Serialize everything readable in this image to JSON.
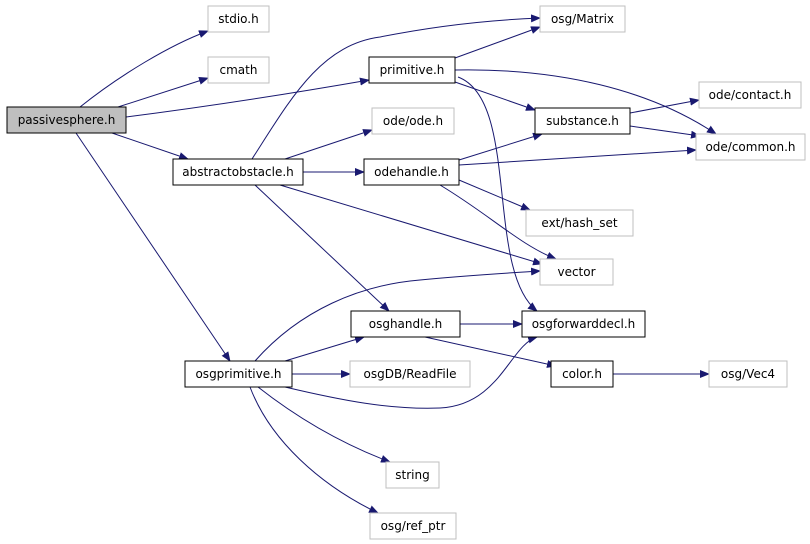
{
  "colors": {
    "edge": "#191970",
    "node_border_dark": "#000000",
    "node_border_light": "#bfbfbf",
    "root_fill": "#bfbfbf",
    "node_fill": "#ffffff"
  },
  "nodes": [
    {
      "id": "passivesphere",
      "label": "passivesphere.h",
      "style": "root"
    },
    {
      "id": "stdio",
      "label": "stdio.h",
      "style": "external"
    },
    {
      "id": "cmath",
      "label": "cmath",
      "style": "external"
    },
    {
      "id": "primitive",
      "label": "primitive.h",
      "style": "local"
    },
    {
      "id": "abstractobstacle",
      "label": "abstractobstacle.h",
      "style": "local"
    },
    {
      "id": "osgprimitive",
      "label": "osgprimitive.h",
      "style": "local"
    },
    {
      "id": "osgmatrix",
      "label": "osg/Matrix",
      "style": "external"
    },
    {
      "id": "substance",
      "label": "substance.h",
      "style": "local"
    },
    {
      "id": "odecontact",
      "label": "ode/contact.h",
      "style": "external"
    },
    {
      "id": "odecommon",
      "label": "ode/common.h",
      "style": "external"
    },
    {
      "id": "odeode",
      "label": "ode/ode.h",
      "style": "external"
    },
    {
      "id": "odehandle",
      "label": "odehandle.h",
      "style": "local"
    },
    {
      "id": "hashset",
      "label": "ext/hash_set",
      "style": "external"
    },
    {
      "id": "vector",
      "label": "vector",
      "style": "external"
    },
    {
      "id": "osghandle",
      "label": "osghandle.h",
      "style": "local"
    },
    {
      "id": "osgforward",
      "label": "osgforwarddecl.h",
      "style": "local"
    },
    {
      "id": "color",
      "label": "color.h",
      "style": "local"
    },
    {
      "id": "osgvec4",
      "label": "osg/Vec4",
      "style": "external"
    },
    {
      "id": "readfile",
      "label": "osgDB/ReadFile",
      "style": "external"
    },
    {
      "id": "string",
      "label": "string",
      "style": "external"
    },
    {
      "id": "refptr",
      "label": "osg/ref_ptr",
      "style": "external"
    }
  ],
  "edges": [
    {
      "from": "passivesphere",
      "to": "stdio"
    },
    {
      "from": "passivesphere",
      "to": "cmath"
    },
    {
      "from": "passivesphere",
      "to": "primitive"
    },
    {
      "from": "passivesphere",
      "to": "abstractobstacle"
    },
    {
      "from": "passivesphere",
      "to": "osgprimitive"
    },
    {
      "from": "primitive",
      "to": "osgmatrix"
    },
    {
      "from": "primitive",
      "to": "substance"
    },
    {
      "from": "primitive",
      "to": "odecommon"
    },
    {
      "from": "primitive",
      "to": "osgforward"
    },
    {
      "from": "substance",
      "to": "odecontact"
    },
    {
      "from": "substance",
      "to": "odecommon"
    },
    {
      "from": "abstractobstacle",
      "to": "osgmatrix"
    },
    {
      "from": "abstractobstacle",
      "to": "odeode"
    },
    {
      "from": "abstractobstacle",
      "to": "odehandle"
    },
    {
      "from": "abstractobstacle",
      "to": "vector"
    },
    {
      "from": "abstractobstacle",
      "to": "osghandle"
    },
    {
      "from": "odehandle",
      "to": "substance"
    },
    {
      "from": "odehandle",
      "to": "odecommon"
    },
    {
      "from": "odehandle",
      "to": "hashset"
    },
    {
      "from": "odehandle",
      "to": "vector"
    },
    {
      "from": "osgprimitive",
      "to": "vector"
    },
    {
      "from": "osgprimitive",
      "to": "osghandle"
    },
    {
      "from": "osgprimitive",
      "to": "readfile"
    },
    {
      "from": "osgprimitive",
      "to": "osgforward"
    },
    {
      "from": "osgprimitive",
      "to": "string"
    },
    {
      "from": "osgprimitive",
      "to": "refptr"
    },
    {
      "from": "osghandle",
      "to": "osgforward"
    },
    {
      "from": "osghandle",
      "to": "color"
    },
    {
      "from": "color",
      "to": "osgvec4"
    }
  ]
}
